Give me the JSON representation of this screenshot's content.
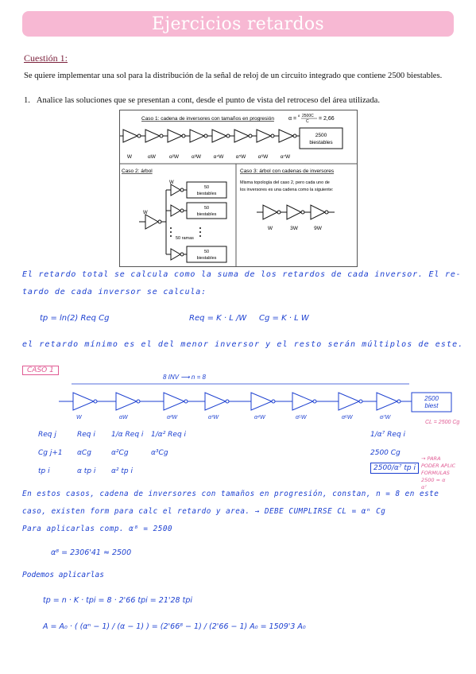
{
  "page": {
    "title": "Ejercicios retardos"
  },
  "question": {
    "label": "Cuestión 1:",
    "statement": "Se quiere implementar una sol para la distribución de la señal de reloj de un circuito integrado que contiene 2500 biestables."
  },
  "item1": {
    "number": "1.",
    "text": "Analice las soluciones que se presentan a cont, desde el punto de vista del retroceso del área utilizada."
  },
  "figure": {
    "case1": {
      "title": "Caso 1: cadena de inversores con tamaños en progresión",
      "formula_lhs": "α =",
      "formula_root": "8",
      "formula_num": "2500C",
      "formula_den": "C",
      "formula_rhs": "= 2,66",
      "box": [
        "2500",
        "biestables"
      ],
      "labels": [
        "W",
        "αW",
        "α²W",
        "α³W",
        "α⁴W",
        "α⁵W",
        "α⁶W",
        "α⁷W"
      ]
    },
    "case2": {
      "title": "Caso 2: árbol",
      "w_top": "W",
      "w_root": "W",
      "boxes": [
        "50",
        "biestables"
      ],
      "ramas": "50 ramas"
    },
    "case3": {
      "title": "Caso 3: árbol con cadenas de inversores",
      "desc": [
        "Misma topología del caso 2, pero cada uno de",
        "los inversores es una cadena como la siguiente:"
      ],
      "labels": [
        "W",
        "3W",
        "9W"
      ]
    }
  },
  "notes": {
    "line1": "El retardo total se calcula como la suma de los retardos de cada inversor. El re-",
    "line2": "tardo de cada inversor se calcula:",
    "f_tp": "tp  = ln(2) Req  Cg",
    "f_req": "Req  = K · L /W",
    "f_cg": "Cg    = K · L   W",
    "line3": "el retardo mínimo es el del menor inversor y el resto serán múltiplos de este.",
    "caso": "CASO 1",
    "inv": "8 INV ⟶ n = 8",
    "chain_labels": [
      "W",
      "αW",
      "α²W",
      "α³W",
      "α⁴W",
      "α⁵W",
      "α⁶W",
      "α⁷W"
    ],
    "box_end": [
      "2500",
      "biest"
    ],
    "cl": "CL = 2500 Cg",
    "req_row": [
      "Req j",
      "Req i",
      "1/α Req i",
      "1/α² Req i",
      "1/α⁷ Req i"
    ],
    "cg_row": [
      "Cg j+1",
      "αCg",
      "α²Cg",
      "α³Cg",
      "2500 Cg"
    ],
    "tp_row": [
      "tp i",
      "α tp i",
      "α² tp i",
      "2500/α⁷ tp i"
    ],
    "side_note": [
      "→ PARA",
      "PODER APLIC",
      "FORMULAS",
      "2500 = α",
      "α⁷"
    ],
    "para1": "En estos casos, cadena de inversores con tamaños en progresión, constan, n = 8 en este",
    "para2": "caso, existen form para calc el retardo y area. → DEBE CUMPLIRSE  CL = αⁿ Cg",
    "para3": "Para aplicarlas comp.  α⁸ = 2500",
    "alpha": "α⁸ = 2306'41 ≈ 2500",
    "podemos": "Podemos aplicarlas",
    "tp_formula": "tp = n · K · tpi = 8 · 2'66 tpi = 21'28 tpi",
    "area_formula": "A = A₀ · ( (αⁿ − 1) / (α − 1) ) = (2'66⁸ − 1) / (2'66 − 1) A₀ = 1509'3 A₀"
  }
}
